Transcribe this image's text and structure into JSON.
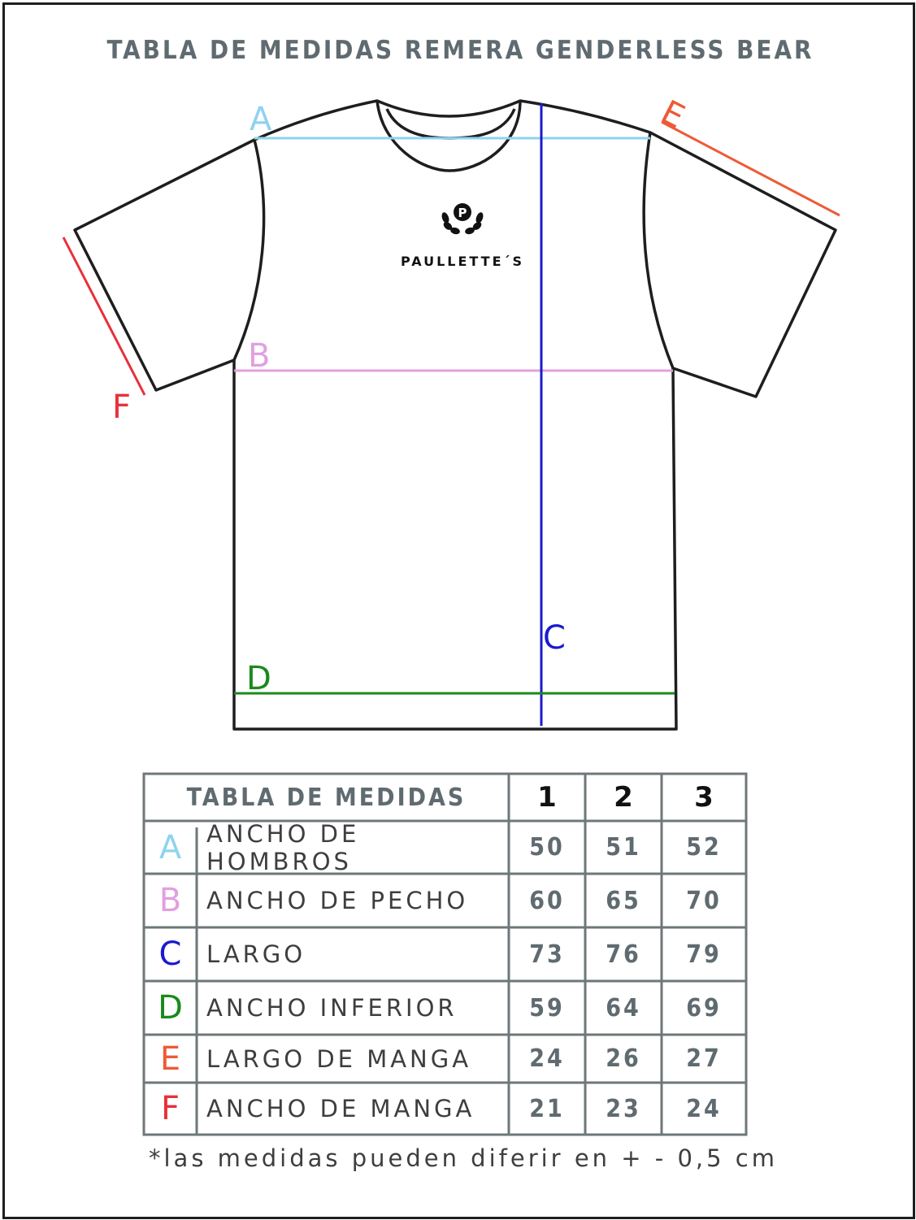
{
  "title": "TABLA DE MEDIDAS REMERA GENDERLESS BEAR",
  "brand": {
    "logo_letter": "P",
    "name": "PAULLETTE´S"
  },
  "diagram": {
    "labels": [
      {
        "letter": "A",
        "color": "#8fd3ef"
      },
      {
        "letter": "B",
        "color": "#e1a0e0"
      },
      {
        "letter": "C",
        "color": "#1a1ad0"
      },
      {
        "letter": "D",
        "color": "#1a8a1a"
      },
      {
        "letter": "E",
        "color": "#ee5a36"
      },
      {
        "letter": "F",
        "color": "#e8303a"
      }
    ]
  },
  "table": {
    "header": "TABLA DE MEDIDAS",
    "sizes": [
      "1",
      "2",
      "3"
    ],
    "rows": [
      {
        "letter": "A",
        "color": "#8fd3ef",
        "label": "ANCHO DE HOMBROS",
        "values": [
          "50",
          "51",
          "52"
        ]
      },
      {
        "letter": "B",
        "color": "#e1a0e0",
        "label": "ANCHO DE PECHO",
        "values": [
          "60",
          "65",
          "70"
        ]
      },
      {
        "letter": "C",
        "color": "#1a1ad0",
        "label": "LARGO",
        "values": [
          "73",
          "76",
          "79"
        ]
      },
      {
        "letter": "D",
        "color": "#1a8a1a",
        "label": "ANCHO INFERIOR",
        "values": [
          "59",
          "64",
          "69"
        ]
      },
      {
        "letter": "E",
        "color": "#ee5a36",
        "label": "LARGO DE MANGA",
        "values": [
          "24",
          "26",
          "27"
        ]
      },
      {
        "letter": "F",
        "color": "#e8303a",
        "label": "ANCHO DE MANGA",
        "values": [
          "21",
          "23",
          "24"
        ]
      }
    ]
  },
  "note": "*las medidas pueden diferir en + - 0,5 cm"
}
